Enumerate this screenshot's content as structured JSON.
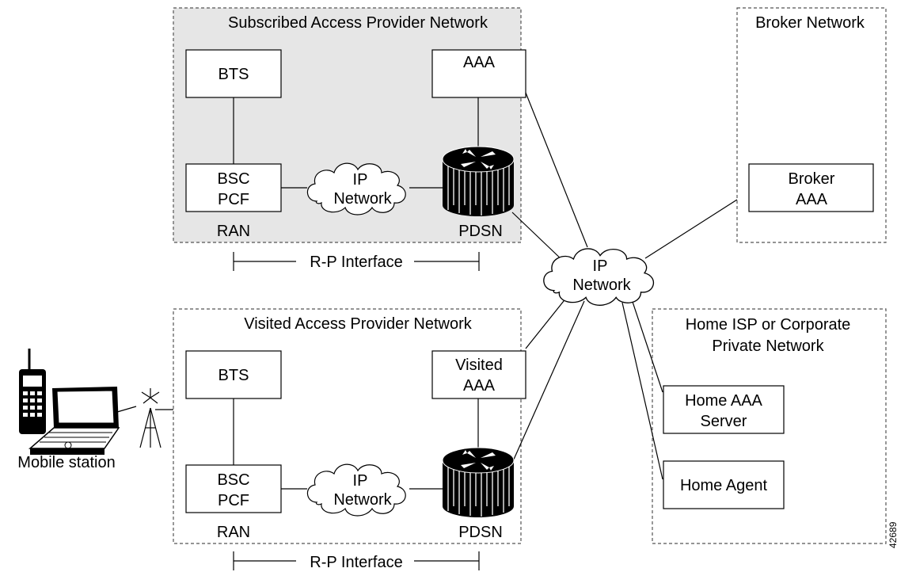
{
  "regions": {
    "subscribed": "Subscribed Access Provider Network",
    "broker": "Broker Network",
    "visited": "Visited Access Provider Network",
    "home": [
      "Home ISP or Corporate",
      "Private Network"
    ]
  },
  "top": {
    "bts": "BTS",
    "bsc_pcf": [
      "BSC",
      "PCF"
    ],
    "ip_network": [
      "IP",
      "Network"
    ],
    "aaa": "AAA",
    "ran": "RAN",
    "pdsn": "PDSN",
    "rp_interface": "R-P Interface"
  },
  "broker_aaa": [
    "Broker",
    "AAA"
  ],
  "central_ip_network": [
    "IP",
    "Network"
  ],
  "bottom": {
    "bts": "BTS",
    "bsc_pcf": [
      "BSC",
      "PCF"
    ],
    "ip_network": [
      "IP",
      "Network"
    ],
    "visited_aaa": [
      "Visited",
      "AAA"
    ],
    "ran": "RAN",
    "pdsn": "PDSN",
    "rp_interface": "R-P Interface"
  },
  "home_aaa_server": [
    "Home AAA",
    "Server"
  ],
  "home_agent": "Home Agent",
  "mobile_station": "Mobile station",
  "figure_id": "42689"
}
